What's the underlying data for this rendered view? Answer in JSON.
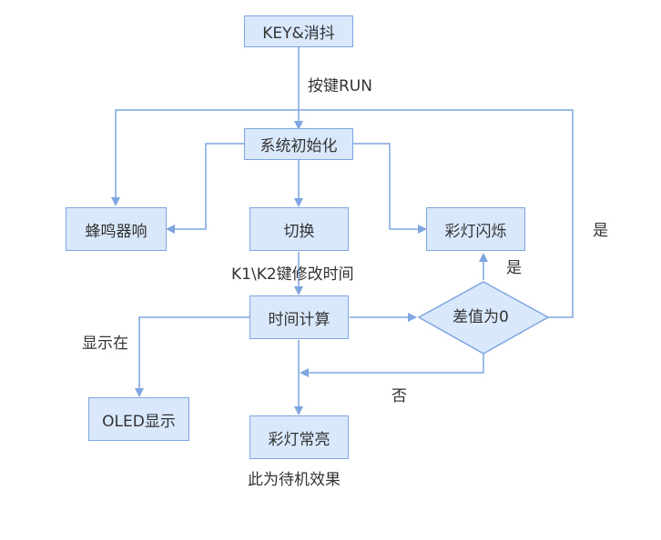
{
  "nodes": {
    "key": "KEY&消抖",
    "init": "系统初始化",
    "buzzer": "蜂鸣器响",
    "switch": "切换",
    "flash": "彩灯闪烁",
    "calc": "时间计算",
    "diff": "差值为0",
    "oled": "OLED显示",
    "steady": "彩灯常亮"
  },
  "edge_labels": {
    "press_run": "按键RUN",
    "k1k2": "K1\\K2键修改时间",
    "show_on": "显示在",
    "yes_up": "是",
    "yes_loop": "是",
    "no": "否",
    "standby": "此为待机效果"
  },
  "colors": {
    "node_fill": "#dae8fc",
    "node_stroke": "#7ea6e0",
    "edge": "#7ea6e0",
    "text": "#333333"
  }
}
